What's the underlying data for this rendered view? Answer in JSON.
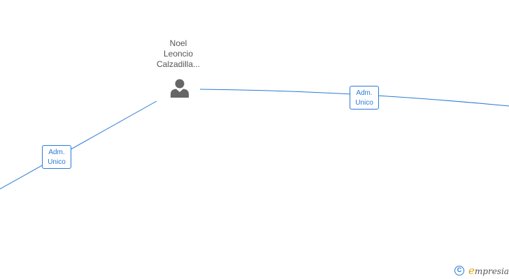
{
  "person": {
    "name_lines": [
      "Noel",
      "Leoncio",
      "Calzadilla..."
    ],
    "icon": "person-icon"
  },
  "relations": [
    {
      "label_lines": [
        "Adm.",
        "Unico"
      ]
    },
    {
      "label_lines": [
        "Adm.",
        "Unico"
      ]
    }
  ],
  "footer": {
    "copyright_symbol": "C",
    "brand_initial": "e",
    "brand_rest": "mpresia"
  },
  "colors": {
    "edge": "#2a7ad5",
    "text": "#555555",
    "icon": "#666666",
    "brand_accent": "#e0a20f"
  }
}
